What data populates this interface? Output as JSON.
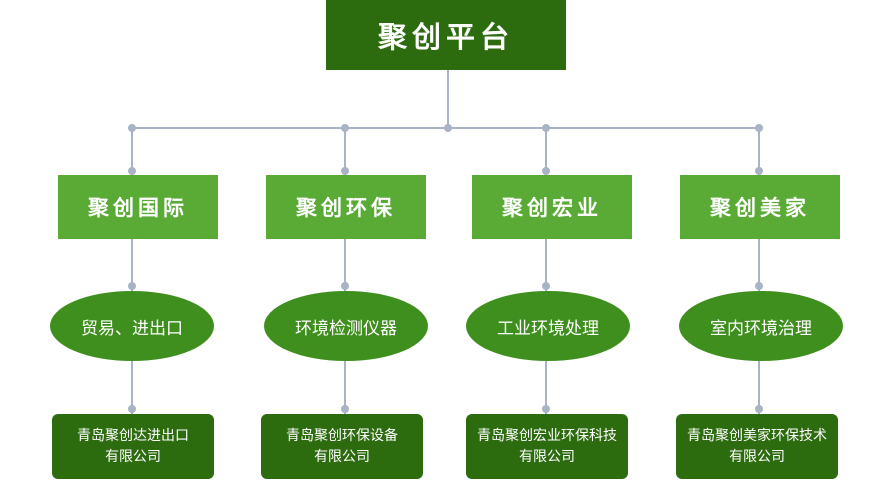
{
  "root": {
    "label": "聚创平台"
  },
  "colors": {
    "root": "#2d6b0f",
    "company": "#5aaa36",
    "business": "#3f8f1e",
    "entity": "#2d6b0f",
    "connector": "#a9b3c6"
  },
  "branches": [
    {
      "company": "聚创国际",
      "business": "贸易、进出口",
      "entity_line1": "青岛聚创达进出口",
      "entity_line2": "有限公司"
    },
    {
      "company": "聚创环保",
      "business": "环境检测仪器",
      "entity_line1": "青岛聚创环保设备",
      "entity_line2": "有限公司"
    },
    {
      "company": "聚创宏业",
      "business": "工业环境处理",
      "entity_line1": "青岛聚创宏业环保科技",
      "entity_line2": "有限公司"
    },
    {
      "company": "聚创美家",
      "business": "室内环境治理",
      "entity_line1": "青岛聚创美家环保技术",
      "entity_line2": "有限公司"
    }
  ]
}
